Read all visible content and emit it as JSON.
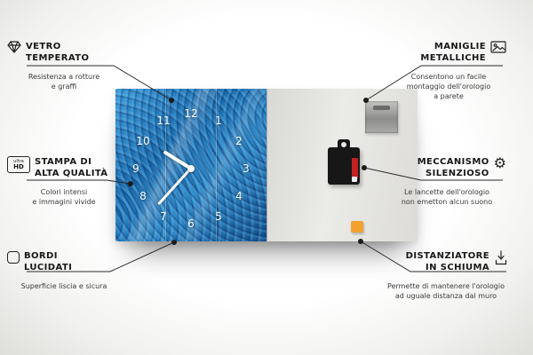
{
  "meta": {
    "type": "product-infographic",
    "language": "it",
    "product": "glass wall clock"
  },
  "colors": {
    "glass_blue": "#2f87c6",
    "back_panel_gray": "#e3e3df",
    "foam_orange": "#f2a12e",
    "mechanism_black": "#171717",
    "mechanism_red": "#c32222",
    "line": "#2a2a2a"
  },
  "clock": {
    "numbers": [
      "12",
      "1",
      "2",
      "3",
      "4",
      "5",
      "6",
      "7",
      "8",
      "9",
      "10",
      "11"
    ]
  },
  "icons": {
    "ultra_hd": {
      "line1": "ultra",
      "line2": "HD"
    },
    "gear_glyph": "⚙"
  },
  "callouts": {
    "left": [
      {
        "icon": "diamond",
        "title": "VETRO\nTEMPERATO",
        "subtitle": "Resistenza a rotture\ne graffi"
      },
      {
        "icon": "ultra-hd-badge",
        "title": "STAMPA DI\nALTA QUALITÀ",
        "subtitle": "Colori intensi\ne immagini vivide"
      },
      {
        "icon": "rounded-square",
        "title": "BORDI\nLUCIDATI",
        "subtitle": "Superficie liscia e sicura"
      }
    ],
    "right": [
      {
        "icon": "picture-frame",
        "title": "MANIGLIE\nMETALLICHE",
        "subtitle": "Consentono un facile\nmontaggio dell'orologio\na parete"
      },
      {
        "icon": "gear",
        "title": "MECCANISMO\nSILENZIOSO",
        "subtitle": "Le lancette dell'orologio\nnon emetton alcun suono"
      },
      {
        "icon": "foam-spacer-arrow",
        "title": "DISTANZIATORE\nIN SCHIUMA",
        "subtitle": "Permette di mantenere l'orologio\nad uguale distanza dal muro"
      }
    ]
  }
}
